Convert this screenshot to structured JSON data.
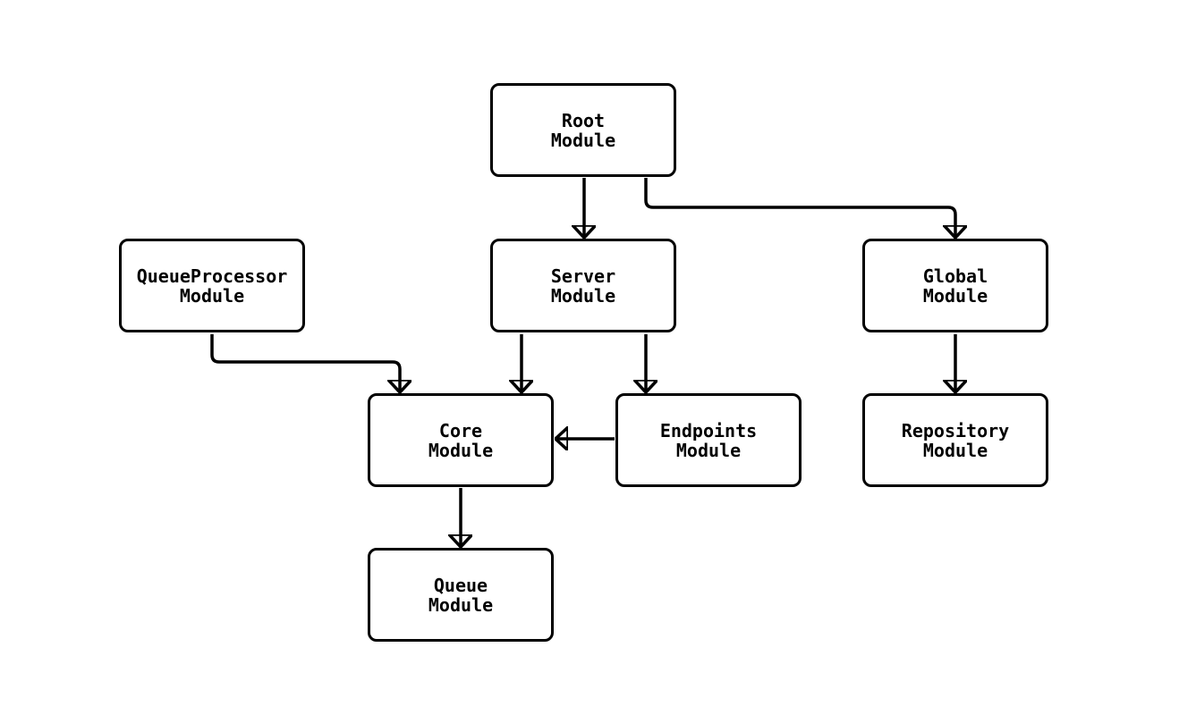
{
  "diagram": {
    "type": "module-dependency-graph",
    "background_color": "#ffffff",
    "stroke_color": "#000000",
    "text_color": "#000000",
    "nodes": [
      {
        "id": "root",
        "line1": "Root",
        "line2": "Module"
      },
      {
        "id": "queueprocessor",
        "line1": "QueueProcessor",
        "line2": "Module"
      },
      {
        "id": "server",
        "line1": "Server",
        "line2": "Module"
      },
      {
        "id": "global",
        "line1": "Global",
        "line2": "Module"
      },
      {
        "id": "core",
        "line1": "Core",
        "line2": "Module"
      },
      {
        "id": "endpoints",
        "line1": "Endpoints",
        "line2": "Module"
      },
      {
        "id": "repository",
        "line1": "Repository",
        "line2": "Module"
      },
      {
        "id": "queue",
        "line1": "Queue",
        "line2": "Module"
      }
    ],
    "edges": [
      {
        "from": "root",
        "to": "server"
      },
      {
        "from": "root",
        "to": "global"
      },
      {
        "from": "queueprocessor",
        "to": "core"
      },
      {
        "from": "server",
        "to": "core"
      },
      {
        "from": "server",
        "to": "endpoints"
      },
      {
        "from": "endpoints",
        "to": "core"
      },
      {
        "from": "global",
        "to": "repository"
      },
      {
        "from": "core",
        "to": "queue"
      }
    ]
  }
}
